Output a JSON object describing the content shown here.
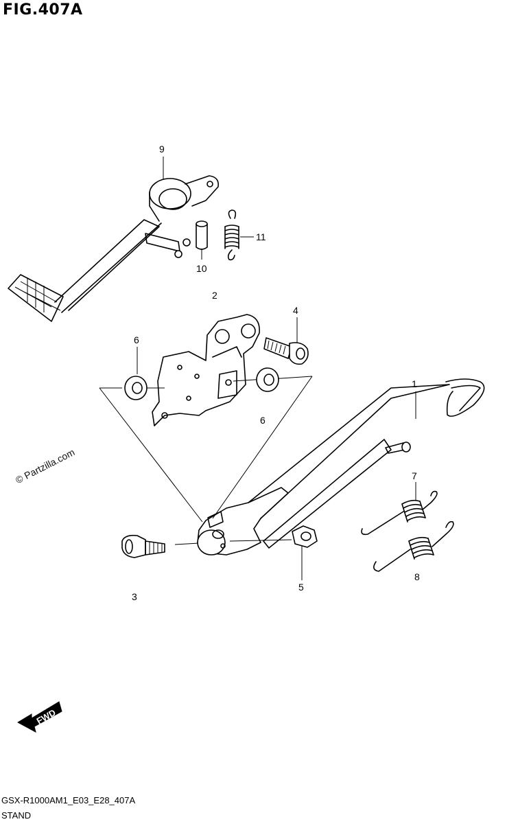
{
  "figure": {
    "title": "FIG.407A",
    "code": "GSX-R1000AM1_E03_E28_407A",
    "name": "STAND"
  },
  "watermark": "© Partzilla.com",
  "fwd_label": "FWD",
  "callouts": {
    "c1": "1",
    "c2": "2",
    "c3": "3",
    "c4": "4",
    "c5": "5",
    "c6a": "6",
    "c6b": "6",
    "c7": "7",
    "c8": "8",
    "c9": "9",
    "c10": "10",
    "c11": "11"
  }
}
